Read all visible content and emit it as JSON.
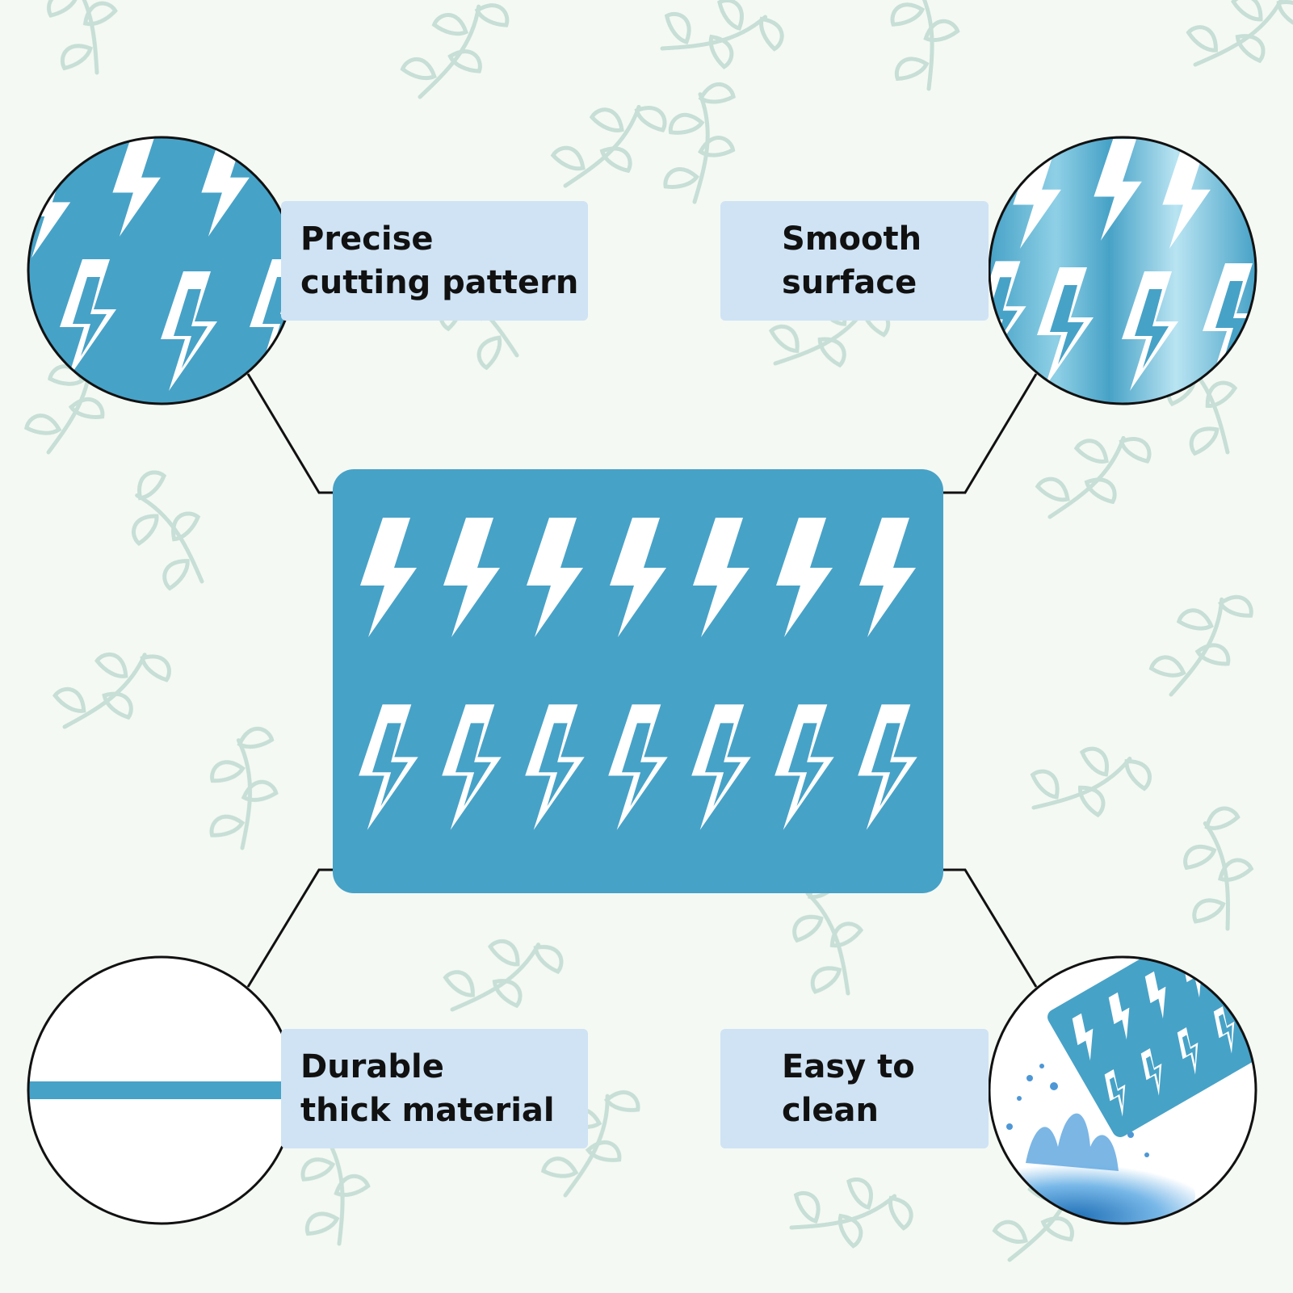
{
  "colors": {
    "stencil_blue": "#47a2c7",
    "label_bg": "#cfe3f4",
    "outline": "#111111",
    "leaf_pattern": "#b9d6cc"
  },
  "features": {
    "precise": {
      "line1": "Precise",
      "line2": "cutting pattern",
      "icon": "lightning-bolt-closeup"
    },
    "smooth": {
      "line1": "Smooth",
      "line2": "surface",
      "icon": "glossy-stencil-closeup"
    },
    "durable": {
      "line1": "Durable",
      "line2": "thick material",
      "icon": "material-thickness-cross-section"
    },
    "easy": {
      "line1": "Easy to",
      "line2": "clean",
      "icon": "water-splash"
    }
  },
  "stencil": {
    "rows": 2,
    "bolts_per_row": 7,
    "shape": "lightning-bolt"
  }
}
